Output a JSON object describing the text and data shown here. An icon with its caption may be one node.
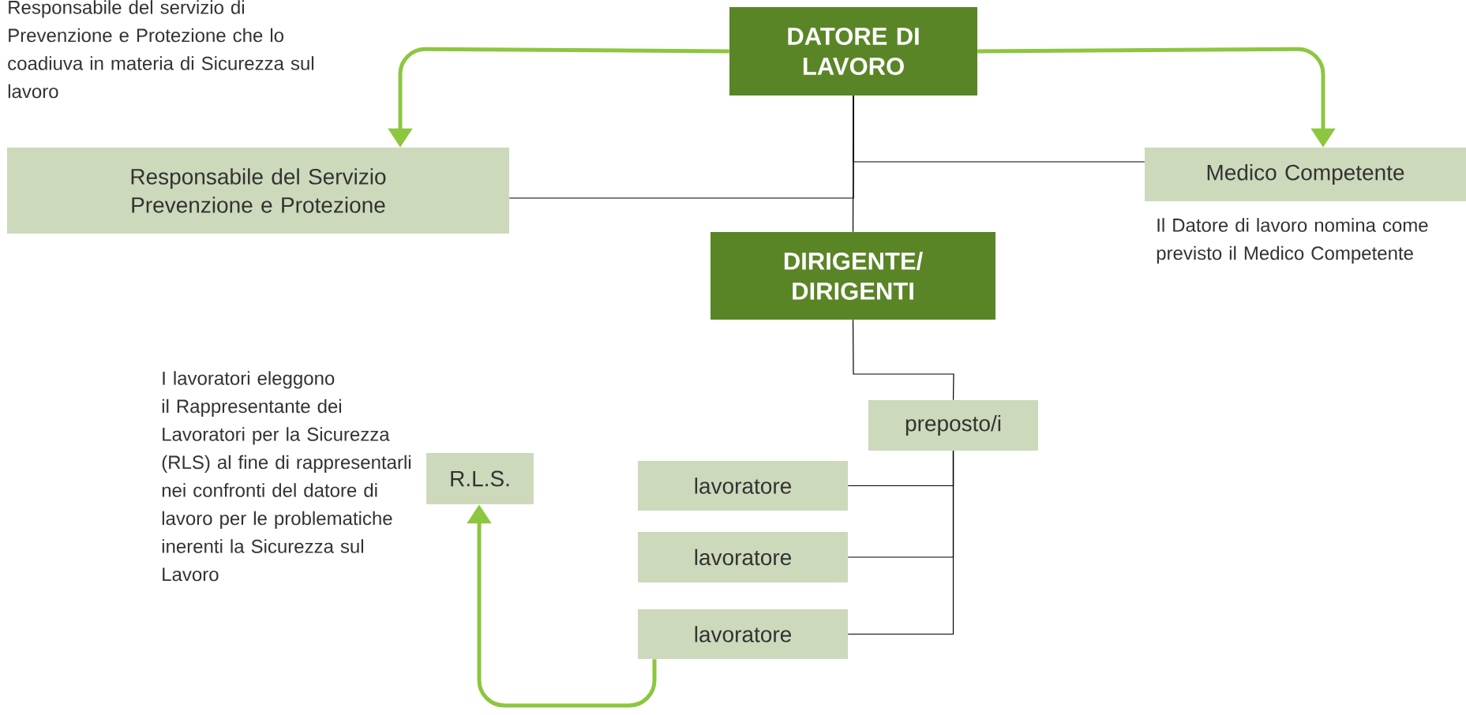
{
  "diagram": {
    "nodes": [
      {
        "text": [
          "DATORE DI LAVORO"
        ]
      },
      {
        "text": [
          "Responsabile del Servizio Prevenzione e Protezione"
        ],
        "beside": [
          "Responsabile del servizio di Prevenzione e Protezione che lo coadiuva in materia di Sicurezza sul lavoro"
        ]
      },
      {
        "text": [
          "Medico Competente"
        ],
        "beside": [
          "Il Datore di lavoro nomina come previsto il Medico Competente"
        ]
      },
      {
        "text": [
          "DIRIGENTE/ DIRIGENTI"
        ]
      },
      {
        "text": [
          "preposto/i"
        ]
      },
      {
        "text": [
          "R.L.S."
        ],
        "beside": [
          "I lavoratori eleggono il Rappresentante dei Lavoratori per la Sicurezza (RLS) al fine di rappresentarli nei confronti del datore di lavoro per le problematiche inerenti la Sicurezza sul Lavoro"
        ]
      },
      {
        "text": [
          "lavoratore"
        ]
      },
      {
        "text": [
          "lavoratore"
        ]
      },
      {
        "text": [
          "lavoratore"
        ]
      }
    ],
    "edges": [
      {
        "from": 0,
        "to": 1,
        "arrow": "to",
        "style": "thick",
        "color": "#8dc63f"
      },
      {
        "from": 0,
        "to": 2,
        "arrow": "to",
        "style": "thick",
        "color": "#8dc63f"
      },
      {
        "from": 0,
        "to": 3,
        "arrow": "none"
      },
      {
        "from": 0,
        "to": 1,
        "arrow": "none"
      },
      {
        "from": 0,
        "to": 2,
        "arrow": "none"
      },
      {
        "from": 3,
        "to": 4,
        "arrow": "none"
      },
      {
        "from": 4,
        "to": 6,
        "arrow": "none"
      },
      {
        "from": 4,
        "to": 7,
        "arrow": "none"
      },
      {
        "from": 4,
        "to": 8,
        "arrow": "none"
      },
      {
        "from": 8,
        "to": 5,
        "arrow": "to",
        "style": "thick",
        "color": "#8dc63f"
      }
    ]
  }
}
